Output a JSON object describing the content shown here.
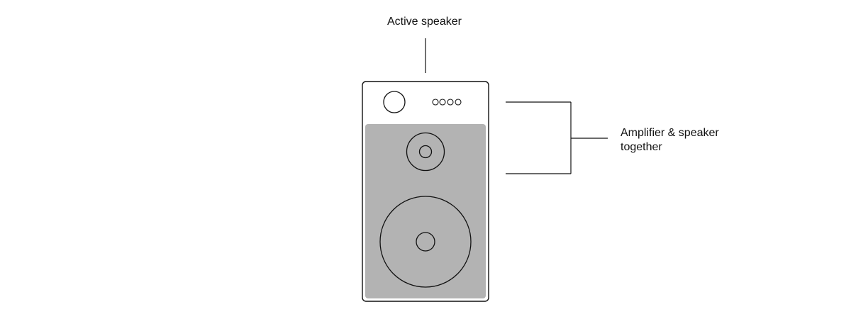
{
  "labels": {
    "top": "Active speaker",
    "right_line1": "Amplifier & speaker",
    "right_line2": "together"
  },
  "colors": {
    "stroke": "#111111",
    "panel_fill": "#b3b3b3",
    "background": "#ffffff"
  },
  "icons": {
    "volume_knob": "knob-icon",
    "indicator_lights": "led-dots-icon",
    "tweeter": "tweeter-icon",
    "woofer": "woofer-icon"
  }
}
